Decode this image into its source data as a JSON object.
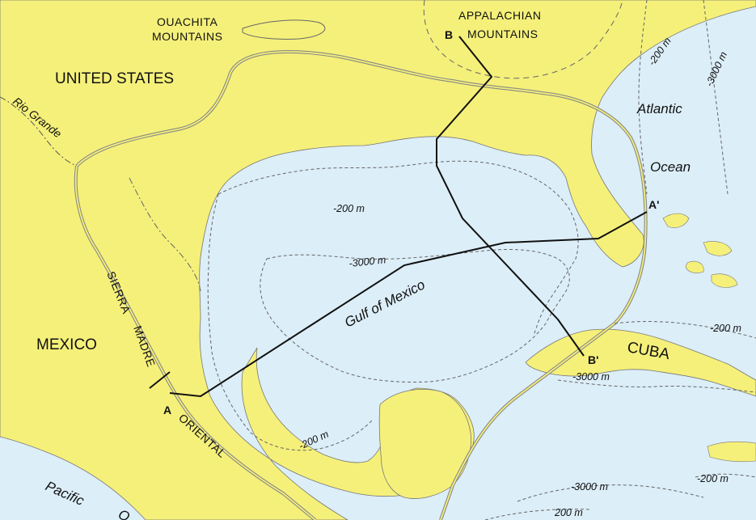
{
  "colors": {
    "land": "#f5f07a",
    "water": "#dceef8",
    "contour": "#666666",
    "section": "#111111",
    "outline": "#888888"
  },
  "labels": {
    "united_states": "UNITED STATES",
    "mexico": "MEXICO",
    "cuba": "CUBA",
    "ouachita_1": "OUACHITA",
    "ouachita_2": "MOUNTAINS",
    "appalachian_1": "APPALACHIAN",
    "appalachian_2": "MOUNTAINS",
    "sierra": "SIERRA",
    "madre": "MADRE",
    "oriental": "ORIENTAL",
    "rio_grande": "Rio Grande",
    "gulf_of_mexico": "Gulf of Mexico",
    "atlantic": "Atlantic",
    "ocean": "Ocean",
    "pacific": "Pacific",
    "pacific_cut": "O"
  },
  "section_points": {
    "a": "A",
    "a_prime": "A'",
    "b": "B",
    "b_prime": "B'"
  },
  "depth_labels": {
    "gulf_200": "-200 m",
    "gulf_3000": "-3000 m",
    "south_200": "-200 m",
    "cuba_3000": "-3000 m",
    "atl_200": "-200 m",
    "atl_3000": "-3000 m",
    "carib_200": "-200 m",
    "se_3000": "-3000 m",
    "se_200": "-200 m",
    "bottom_200": "200 m"
  }
}
